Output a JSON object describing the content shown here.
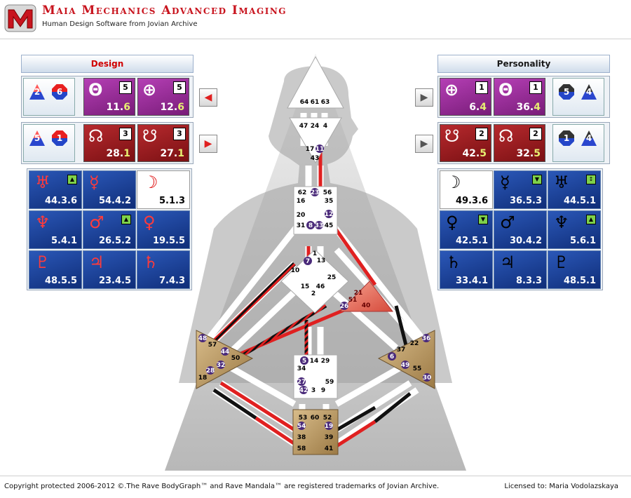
{
  "header": {
    "title": "Maia Mechanics Advanced Imaging",
    "subtitle": "Human Design Software from Jovian Archive"
  },
  "design": {
    "heading": "Design",
    "row1": {
      "minis": [
        "2",
        "6"
      ],
      "tiles": [
        {
          "glyph": "Θ",
          "line": "5",
          "gate": "11.",
          "line_hl": "6"
        },
        {
          "glyph": "⊕",
          "line": "5",
          "gate": "12.",
          "line_hl": "6"
        }
      ]
    },
    "row2": {
      "minis": [
        "5",
        "1"
      ],
      "tiles": [
        {
          "glyph": "☊",
          "line": "3",
          "gate": "28.",
          "line_hl": "1"
        },
        {
          "glyph": "☋",
          "line": "3",
          "gate": "27.",
          "line_hl": "1"
        }
      ]
    },
    "planets": [
      {
        "glyph": "♅",
        "value": "44.3.6"
      },
      {
        "glyph": "☿",
        "value": "54.4.2"
      },
      {
        "glyph": "☽",
        "value": "5.1.3"
      },
      {
        "glyph": "♆",
        "value": "5.4.1"
      },
      {
        "glyph": "♂",
        "value": "26.5.2"
      },
      {
        "glyph": "♀",
        "value": "19.5.5"
      },
      {
        "glyph": "♇",
        "value": "48.5.5"
      },
      {
        "glyph": "♃",
        "value": "23.4.5"
      },
      {
        "glyph": "♄",
        "value": "7.4.3"
      }
    ]
  },
  "personality": {
    "heading": "Personality",
    "row1": {
      "tiles": [
        {
          "glyph": "⊕",
          "line": "1",
          "gate": "6.",
          "line_hl": "4"
        },
        {
          "glyph": "Θ",
          "line": "1",
          "gate": "36.",
          "line_hl": "4"
        }
      ],
      "minis": [
        "5",
        "4"
      ]
    },
    "row2": {
      "tiles": [
        {
          "glyph": "☋",
          "line": "2",
          "gate": "42.",
          "line_hl": "5"
        },
        {
          "glyph": "☊",
          "line": "2",
          "gate": "32.",
          "line_hl": "5"
        }
      ],
      "minis": [
        "1",
        "4"
      ]
    },
    "planets": [
      {
        "glyph": "☽",
        "value": "49.3.6"
      },
      {
        "glyph": "☿",
        "value": "36.5.3"
      },
      {
        "glyph": "♅",
        "value": "44.5.1"
      },
      {
        "glyph": "♀",
        "value": "42.5.1"
      },
      {
        "glyph": "♂",
        "value": "30.4.2"
      },
      {
        "glyph": "♆",
        "value": "5.6.1"
      },
      {
        "glyph": "♄",
        "value": "33.4.1"
      },
      {
        "glyph": "♃",
        "value": "8.3.3"
      },
      {
        "glyph": "♇",
        "value": "48.5.1"
      }
    ]
  },
  "bodygraph": {
    "head": [
      "64",
      "61",
      "63"
    ],
    "ajna": [
      "47",
      "24",
      "4",
      "17",
      "11",
      "43"
    ],
    "throat": [
      "62",
      "23",
      "56",
      "16",
      "35",
      "20",
      "12",
      "31",
      "8",
      "33",
      "45"
    ],
    "g": [
      "1",
      "7",
      "13",
      "10",
      "25",
      "15",
      "46",
      "2"
    ],
    "ego": [
      "21",
      "51",
      "26",
      "40"
    ],
    "spleen": [
      "48",
      "57",
      "44",
      "50",
      "32",
      "28",
      "18"
    ],
    "sacral": [
      "5",
      "14",
      "29",
      "34",
      "27",
      "59",
      "42",
      "3",
      "9"
    ],
    "solar": [
      "36",
      "22",
      "37",
      "6",
      "49",
      "55",
      "30"
    ],
    "root": [
      "53",
      "60",
      "52",
      "54",
      "19",
      "38",
      "39",
      "58",
      "41"
    ]
  },
  "footer": {
    "copyright": "Copyright protected 2006-2012 ©.The Rave BodyGraph™ and Rave Mandala™ are registered trademarks of Jovian Archive.",
    "license": "Licensed to: Maria Vodolazskaya"
  }
}
